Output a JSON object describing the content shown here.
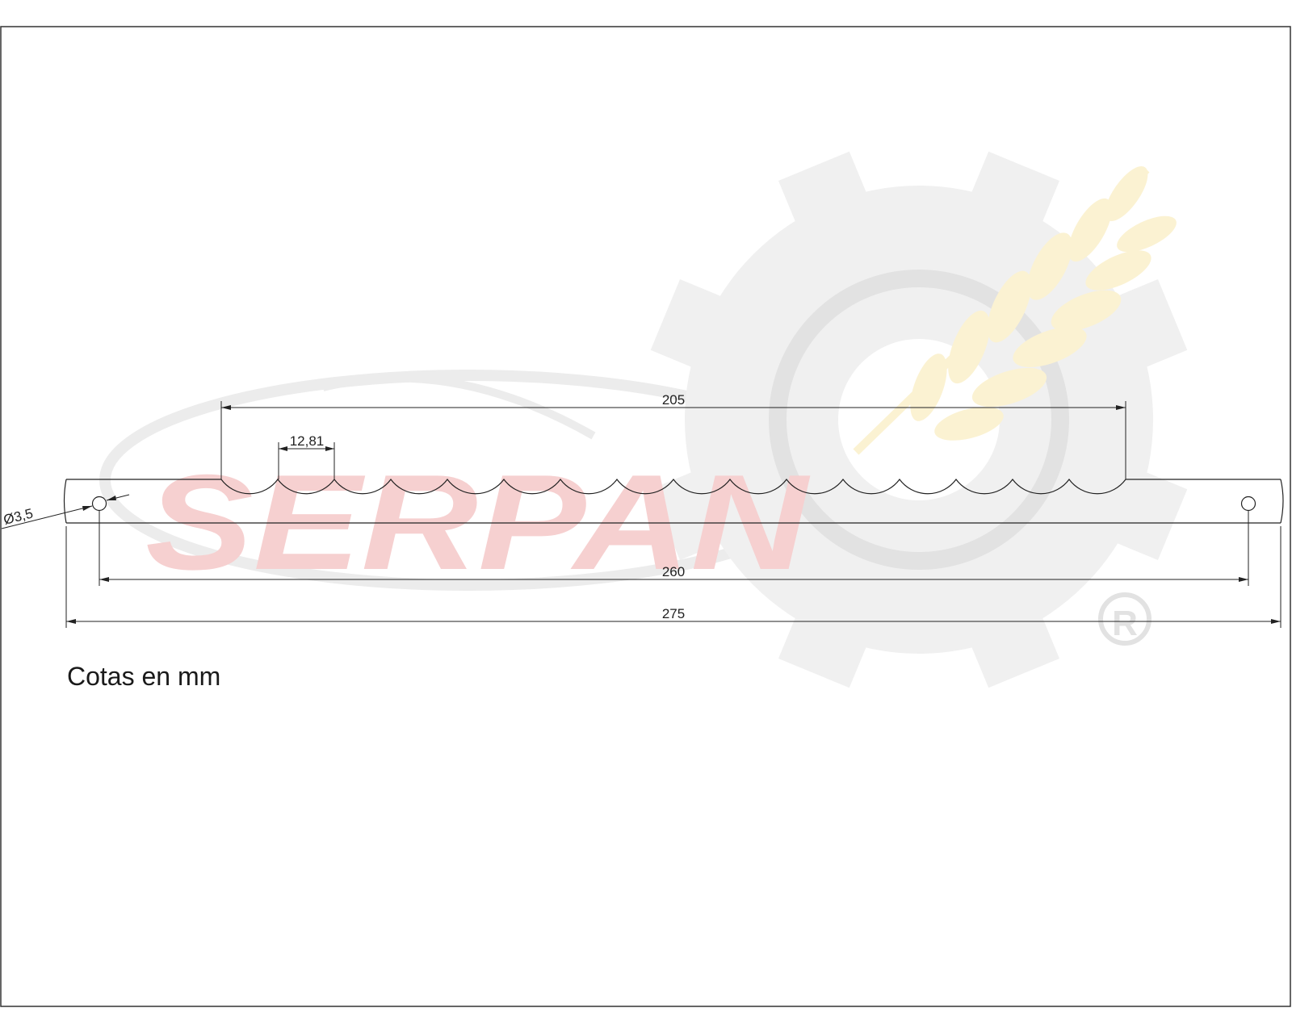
{
  "watermark": {
    "wordmark": "SERPAN",
    "registered_mark": "®",
    "icon": "gear-wheat-logo",
    "colors": {
      "gear": "#f0f0f0",
      "wordmark": "#f6d0d0",
      "wheat": "#fbf2d2",
      "ellipse": "#eaeaea"
    }
  },
  "drawing": {
    "hole_diameter_label": "Ø3,5",
    "pitch_label": "12,81",
    "serrated_length_label": "205",
    "hole_spacing_label": "260",
    "overall_length_label": "275",
    "scallop_count": 16
  },
  "note": "Cotas en mm"
}
